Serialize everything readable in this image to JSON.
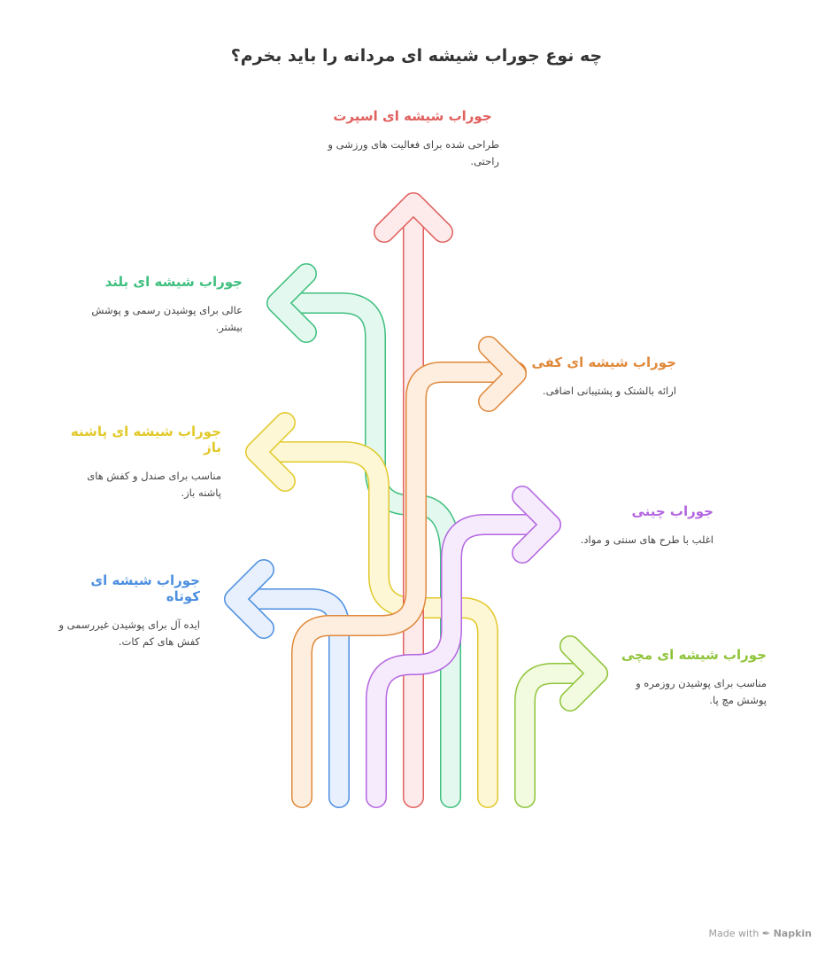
{
  "title": "چه نوع جوراب شیشه ای مردانه را باید بخرم؟",
  "items": [
    {
      "key": "sport",
      "title": "جوراب شیشه ای اسپرت",
      "desc": "طراحی شده برای فعالیت های ورزشی و راحتی.",
      "stroke": "#e0605e",
      "fill": "#fdeaea"
    },
    {
      "key": "long",
      "title": "جوراب شیشه ای بلند",
      "desc": "عالی برای پوشیدن رسمی و پوشش بیشتر.",
      "stroke": "#3fbf7f",
      "fill": "#e3f8ee"
    },
    {
      "key": "kafi",
      "title": "جوراب شیشه ای کفی",
      "desc": "ارائه بالشتک و پشتیبانی اضافی.",
      "stroke": "#e0893b",
      "fill": "#fdeee0"
    },
    {
      "key": "open",
      "title": "جوراب شیشه ای پاشنه باز",
      "desc": "مناسب برای صندل و کفش های پاشنه باز.",
      "stroke": "#e2c92a",
      "fill": "#fdf7d5"
    },
    {
      "key": "china",
      "title": "جوراب چینی",
      "desc": "اغلب با طرح های سنتی و مواد.",
      "stroke": "#b466e0",
      "fill": "#f6ebfd"
    },
    {
      "key": "short",
      "title": "جوراب شیشه ای کوتاه",
      "desc": "ایده آل برای پوشیدن غیررسمی و کفش های کم کات.",
      "stroke": "#4d8fe0",
      "fill": "#e7f0fc"
    },
    {
      "key": "ankle",
      "title": "جوراب شیشه ای مچی",
      "desc": "مناسب برای پوشیدن روزمره و پوشش مچ پا.",
      "stroke": "#8fc43a",
      "fill": "#f2fadf"
    }
  ],
  "footer": {
    "made_with": "Made with",
    "brand": "Napkin"
  }
}
